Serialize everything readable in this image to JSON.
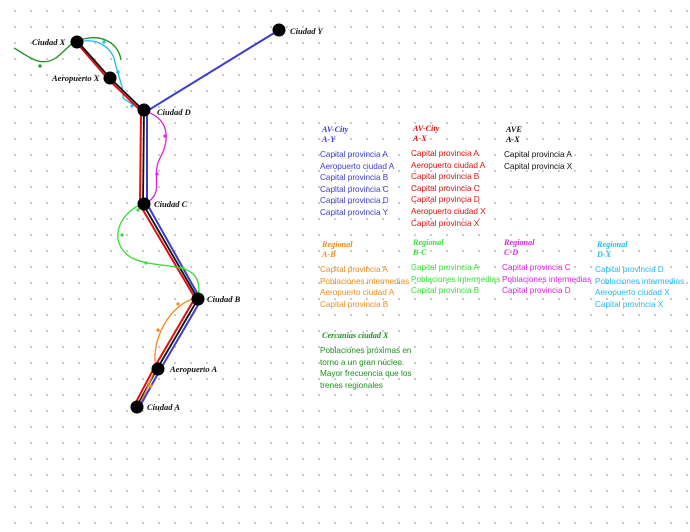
{
  "colors": {
    "av_city_a_y": "#3b3bd0",
    "av_city_a_x": "#e01010",
    "ave_a_x": "#111111",
    "regional_a_b": "#f08a1c",
    "regional_b_c": "#33dd33",
    "regional_c_d": "#dd22dd",
    "regional_d_x": "#22b8ee",
    "cercanias_x": "#1e8f1e"
  },
  "cities": {
    "ciudad_x": "Ciudad X",
    "aeropuerto_x": "Aeropuerto X",
    "ciudad_y": "Ciudad Y",
    "ciudad_d": "Ciudad D",
    "ciudad_c": "Ciudad C",
    "ciudad_b": "Ciudad B",
    "aeropuerto_a": "Aeropuerto A",
    "ciudad_a": "Ciudad A"
  },
  "legend": {
    "av_city_a_y": {
      "title": "AV-City",
      "subtitle": "A-Y",
      "items": [
        "Capital provincia A",
        "Aeropuerto ciudad A",
        "Capital provincia B",
        "Capital provincia C",
        "Capital provincia D",
        "Capital provincia Y"
      ]
    },
    "av_city_a_x": {
      "title": "AV-City",
      "subtitle": "A-X",
      "items": [
        "Capital provincia A",
        "Aeropuerto ciudad A",
        "Capital provincia B",
        "Capital provincia C",
        "Capital provincia D",
        "Aeropuerto ciudad X",
        "Capital provincia X"
      ]
    },
    "ave_a_x": {
      "title": "AVE",
      "subtitle": "A-X",
      "items": [
        "Capital provincia A",
        "Capital provincia X"
      ]
    },
    "regional_a_b": {
      "title": "Regional",
      "subtitle": "A-B",
      "items": [
        "Capital provincia A",
        "Poblaciones intermedias",
        "Aeropuerto ciudad A",
        "Capital provincia B"
      ]
    },
    "regional_b_c": {
      "title": "Regional",
      "subtitle": "B-C",
      "items": [
        "Capital provincia A",
        "Poblaciones intermedias",
        "Capital provincia B"
      ]
    },
    "regional_c_d": {
      "title": "Regional",
      "subtitle": "C-D",
      "items": [
        "Capital provincia C",
        "Poblaciones intermedias",
        "Capital provincia D"
      ]
    },
    "regional_d_x": {
      "title": "Regional",
      "subtitle": "D-X",
      "items": [
        "Capital provincia D",
        "Poblaciones intermedias",
        "Aeropuerto ciudad X",
        "Capital provincia X"
      ]
    },
    "cercanias_x": {
      "title": "Cercanias ciudad X",
      "description_1": "Poblaciones próximas en torno a un gran núcleo.",
      "description_2": "Mayor frecuencia que los trenes regionales"
    }
  }
}
